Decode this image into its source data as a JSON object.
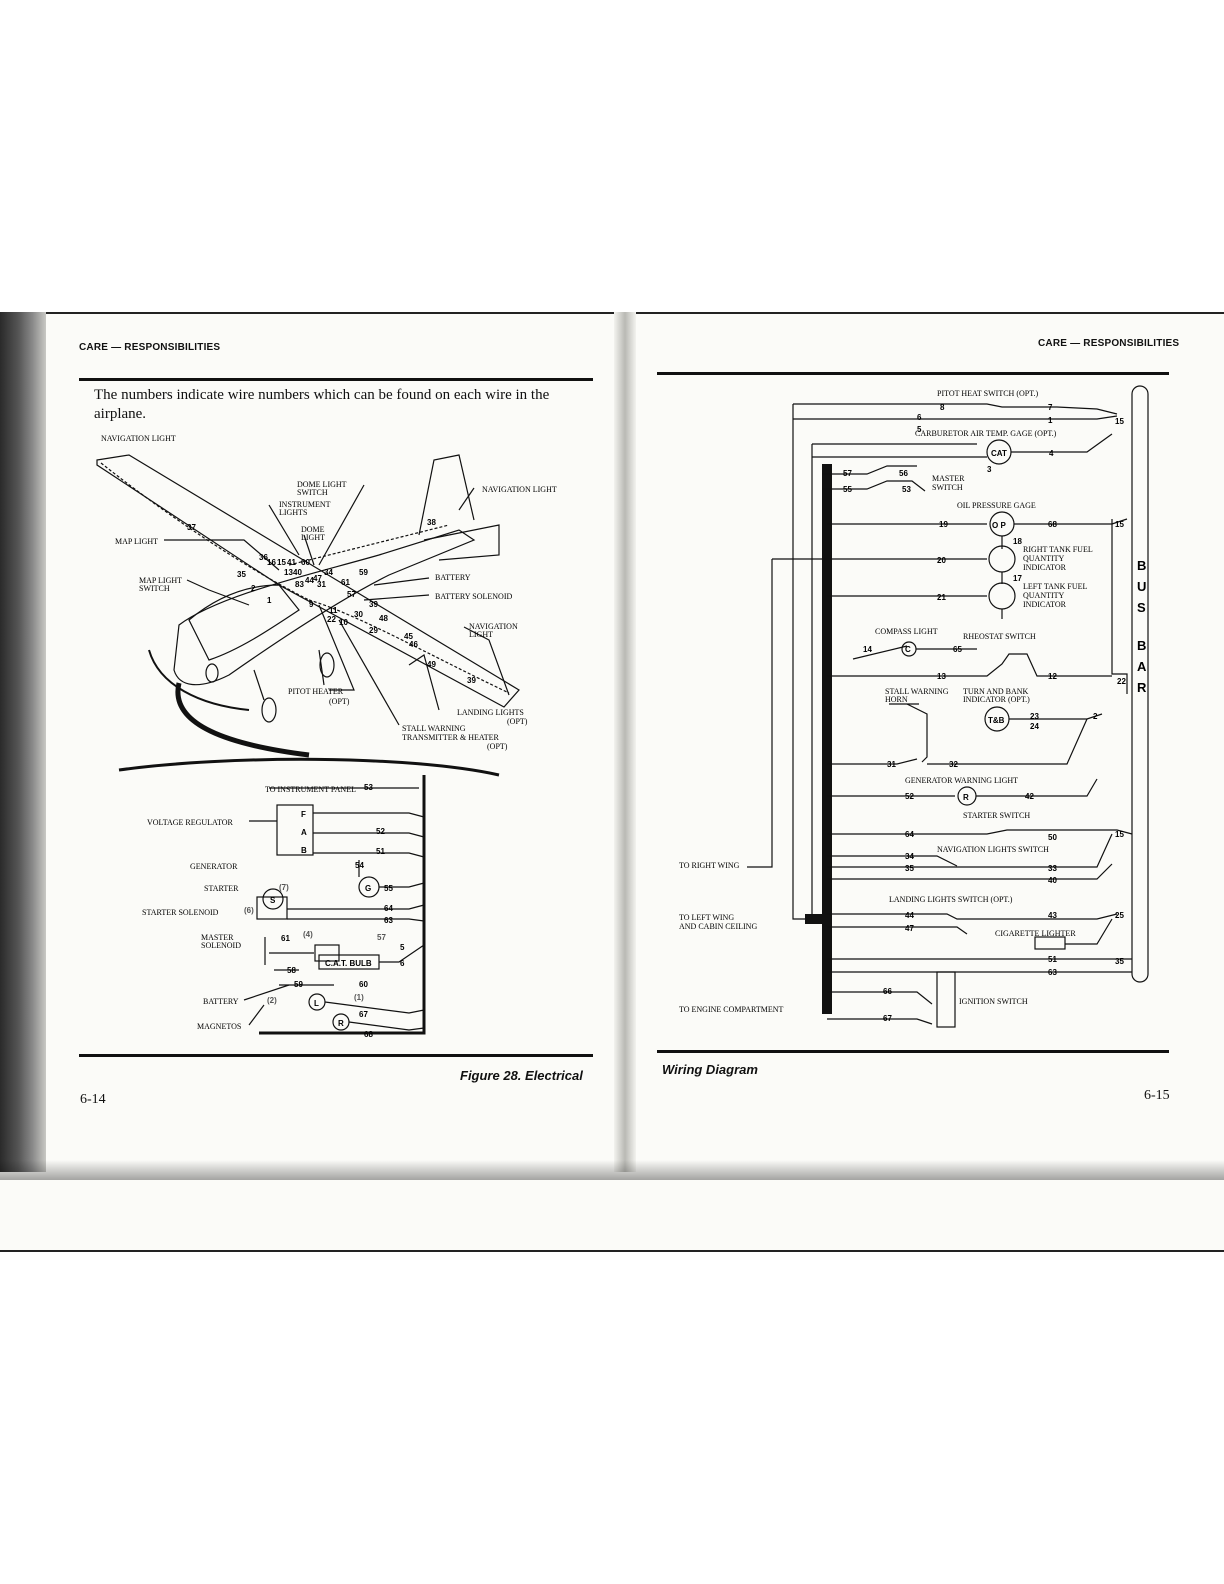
{
  "left_page": {
    "header": "CARE — RESPONSIBILITIES",
    "intro": "The numbers indicate wire numbers which can be found on each wire in the airplane.",
    "airplane_labels": {
      "nav_light_left": "NAVIGATION LIGHT",
      "dome_switch_1": "DOME LIGHT",
      "dome_switch_2": "SWITCH",
      "instr_lights_1": "INSTRUMENT",
      "instr_lights_2": "LIGHTS",
      "dome_light_1": "DOME",
      "dome_light_2": "LIGHT",
      "nav_light_tail": "NAVIGATION LIGHT",
      "map_light": "MAP LIGHT",
      "map_switch_1": "MAP LIGHT",
      "map_switch_2": "SWITCH",
      "battery": "BATTERY",
      "battery_solenoid": "BATTERY SOLENOID",
      "nav_light_right_1": "NAVIGATION",
      "nav_light_right_2": "LIGHT",
      "pitot_1": "PITOT HEATER",
      "pitot_2": "(OPT)",
      "landing_1": "LANDING LIGHTS",
      "landing_2": "(OPT)",
      "stall_1": "STALL WARNING",
      "stall_2": "TRANSMITTER & HEATER",
      "stall_3": "(OPT)"
    },
    "wire_numbers": [
      "37",
      "38",
      "36",
      "16",
      "15",
      "41",
      "60",
      "13",
      "40",
      "59",
      "35",
      "34",
      "47",
      "61",
      "2",
      "83",
      "44",
      "31",
      "57",
      "1",
      "9",
      "11",
      "30",
      "48",
      "39",
      "10",
      "29",
      "45",
      "46",
      "49",
      "39",
      "22"
    ],
    "engine_labels": {
      "to_panel": "TO INSTRUMENT PANEL",
      "regulator": "VOLTAGE REGULATOR",
      "generator": "GENERATOR",
      "starter": "STARTER",
      "starter_solenoid": "STARTER SOLENOID",
      "master_1": "MASTER",
      "master_2": "SOLENOID",
      "battery": "BATTERY",
      "magnetos": "MAGNETOS",
      "term_f": "F",
      "term_a": "A",
      "term_b": "B",
      "sym_g": "G",
      "sym_s": "S",
      "sym_l": "L",
      "sym_r": "R",
      "cat_bulb": "C.A.T. BULB"
    },
    "engine_wires": [
      "53",
      "52",
      "51",
      "54",
      "55",
      "64",
      "63",
      "61",
      "5",
      "6",
      "58",
      "59",
      "60",
      "67",
      "68"
    ],
    "handwritten": [
      "(7)",
      "(6)",
      "(4)",
      "57",
      "(2)",
      "(1)"
    ],
    "caption": "Figure 28.  Electrical",
    "page_number": "6-14"
  },
  "right_page": {
    "header": "CARE — RESPONSIBILITIES",
    "labels": {
      "pitot": "PITOT HEAT SWITCH (OPT.)",
      "carb": "CARBURETOR AIR TEMP. GAGE (OPT.)",
      "cat": "CAT",
      "master_1": "MASTER",
      "master_2": "SWITCH",
      "oil": "OIL PRESSURE GAGE",
      "op": "O P",
      "rt_1": "RIGHT TANK FUEL",
      "rt_2": "QUANTITY",
      "rt_3": "INDICATOR",
      "lt_1": "LEFT TANK FUEL",
      "lt_2": "QUANTITY",
      "lt_3": "INDICATOR",
      "compass": "COMPASS LIGHT",
      "c": "C",
      "rheostat": "RHEOSTAT SWITCH",
      "stall_1": "STALL WARNING",
      "stall_2": "HORN",
      "tb_1": "TURN AND BANK",
      "tb_2": "INDICATOR (OPT.)",
      "tb": "T&B",
      "gen_light": "GENERATOR WARNING LIGHT",
      "r": "R",
      "starter_sw": "STARTER SWITCH",
      "nav_sw": "NAVIGATION LIGHTS SWITCH",
      "to_right_wing": "TO RIGHT WING",
      "landing_sw": "LANDING LIGHTS SWITCH (OPT.)",
      "to_left_1": "TO LEFT WING",
      "to_left_2": "AND CABIN CEILING",
      "cigarette": "CIGARETTE LIGHTER",
      "to_engine": "TO ENGINE COMPARTMENT",
      "ignition": "IGNITION SWITCH",
      "bus_letters": [
        "B",
        "U",
        "S",
        "B",
        "A",
        "R"
      ]
    },
    "wire_numbers": [
      "8",
      "7",
      "1",
      "15",
      "6",
      "5",
      "4",
      "3",
      "57",
      "56",
      "55",
      "53",
      "19",
      "68",
      "15",
      "18",
      "20",
      "17",
      "21",
      "14",
      "65",
      "13",
      "12",
      "22",
      "23",
      "24",
      "2",
      "31",
      "32",
      "52",
      "42",
      "64",
      "50",
      "15",
      "34",
      "35",
      "33",
      "40",
      "44",
      "47",
      "43",
      "25",
      "51",
      "63",
      "35",
      "66",
      "67"
    ],
    "caption": "Wiring Diagram",
    "page_number": "6-15"
  },
  "colors": {
    "paper": "#fbfbf8",
    "ink": "#111111"
  }
}
